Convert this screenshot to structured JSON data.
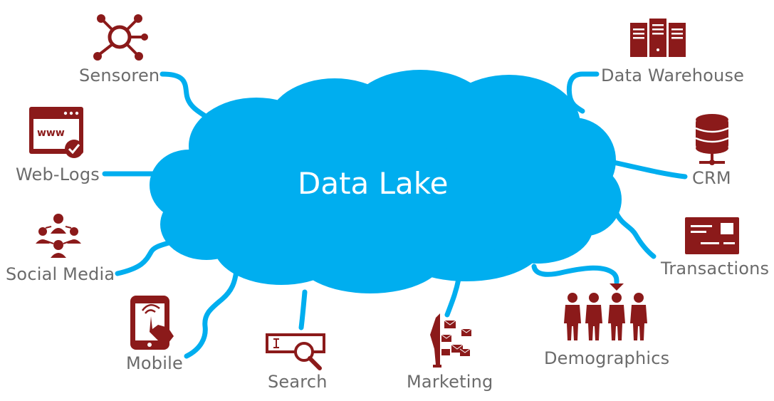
{
  "center": {
    "label": "Data Lake"
  },
  "sources": [
    {
      "label": "Sensoren",
      "icon": "sensor-network-icon"
    },
    {
      "label": "Web-Logs",
      "icon": "browser-www-icon"
    },
    {
      "label": "Social Media",
      "icon": "social-network-icon"
    },
    {
      "label": "Mobile",
      "icon": "tablet-touch-icon"
    },
    {
      "label": "Search",
      "icon": "search-bar-icon"
    },
    {
      "label": "Marketing",
      "icon": "marketing-mail-icon"
    },
    {
      "label": "Demographics",
      "icon": "people-group-icon"
    },
    {
      "label": "Transactions",
      "icon": "transaction-card-icon"
    },
    {
      "label": "CRM",
      "icon": "database-icon"
    },
    {
      "label": "Data Warehouse",
      "icon": "server-rack-icon"
    }
  ],
  "colors": {
    "cloud": "#00aeef",
    "icon": "#8b1a1a",
    "label": "#6b6b6b"
  }
}
